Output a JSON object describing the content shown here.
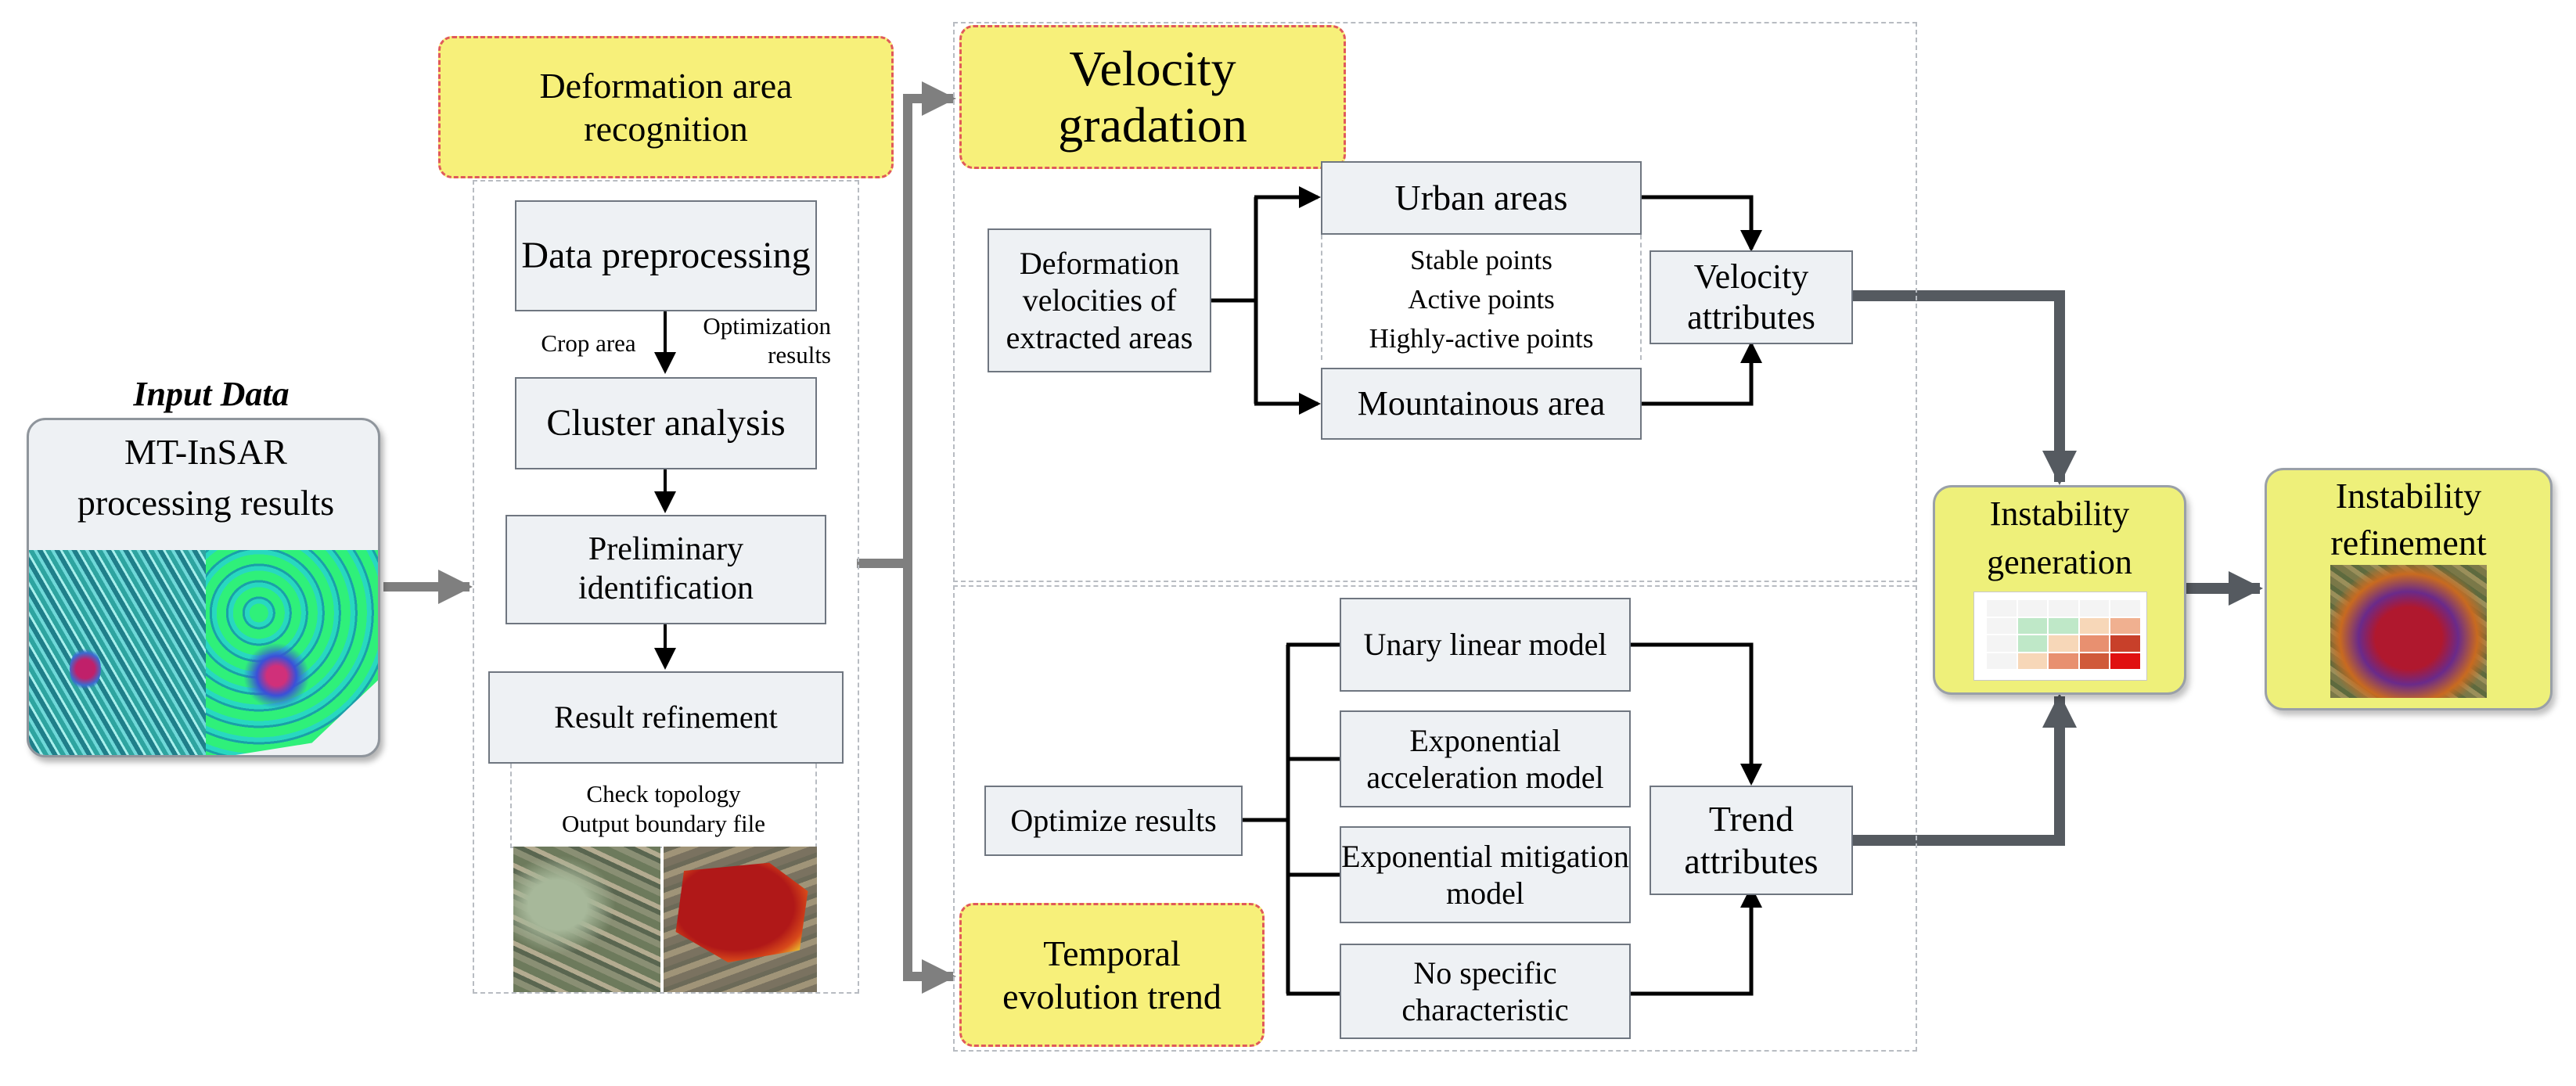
{
  "input": {
    "header": "Input Data",
    "label": "MT-InSAR processing results"
  },
  "recognition": {
    "title": "Deformation area recognition",
    "steps": {
      "data_preprocessing": "Data preprocessing",
      "cluster_analysis": "Cluster analysis",
      "preliminary_identification": "Preliminary identification",
      "result_refinement": "Result refinement"
    },
    "crop_area": "Crop area",
    "optimization_results": "Optimization results",
    "check_topology": "Check topology",
    "output_boundary": "Output boundary file"
  },
  "velocity": {
    "title": "Velocity gradation",
    "source": "Deformation velocities of extracted areas",
    "urban": "Urban areas",
    "mountainous": "Mountainous area",
    "point_classes": [
      "Stable points",
      "Active points",
      "Highly-active points"
    ],
    "attributes": "Velocity attributes"
  },
  "temporal": {
    "title": "Temporal evolution trend",
    "source": "Optimize results",
    "models": [
      "Unary linear model",
      "Exponential acceleration model",
      "Exponential mitigation model",
      "No specific characteristic"
    ],
    "attributes": "Trend attributes"
  },
  "output": {
    "generation": "Instability generation",
    "refinement": "Instability refinement"
  },
  "colors": {
    "arrow_gray": "#7f7f7f",
    "box_fill": "#eef1f4",
    "yellow": "#f7f07a",
    "dashed_red": "#e05a5a"
  }
}
